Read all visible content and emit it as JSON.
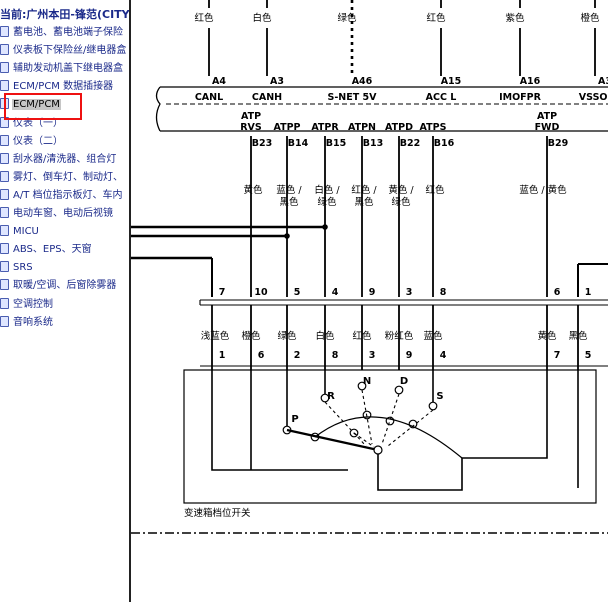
{
  "sidebar": {
    "breadcrumb": "当前:广州本田-锋范(CITY)",
    "selected_index": 4,
    "items": [
      {
        "label": "蓄电池、蓄电池端子保险"
      },
      {
        "label": "仪表板下保险丝/继电器盒"
      },
      {
        "label": "辅助发动机盖下继电器盒"
      },
      {
        "label": "ECM/PCM 数据插接器"
      },
      {
        "label": "ECM/PCM"
      },
      {
        "label": "仪表（一）"
      },
      {
        "label": "仪表（二）"
      },
      {
        "label": "刮水器/清洗器、组合灯"
      },
      {
        "label": "雾灯、倒车灯、制动灯、"
      },
      {
        "label": "A/T 档位指示板灯、车内"
      },
      {
        "label": "电动车窗、电动后视镜"
      },
      {
        "label": "MICU"
      },
      {
        "label": "ABS、EPS、天窗"
      },
      {
        "label": "SRS"
      },
      {
        "label": "取暖/空调、后窗除雾器"
      },
      {
        "label": "空调控制"
      },
      {
        "label": "音响系统"
      }
    ]
  },
  "diagram": {
    "top_wires": [
      {
        "color": "红色",
        "pin": "A4",
        "signal": "CANL"
      },
      {
        "color": "白色",
        "pin": "A3",
        "signal": "CANH"
      },
      {
        "color": "绿色",
        "pin": "A46",
        "signal": "S-NET 5V"
      },
      {
        "color": "红色",
        "pin": "A15",
        "signal": "ACC L"
      },
      {
        "color": "紫色",
        "pin": "A16",
        "signal": "IMOFPR"
      },
      {
        "color": "橙色",
        "pin": "A3",
        "signal": "VSSOU"
      }
    ],
    "ecm_pins": [
      {
        "label": "ATP\nRVS",
        "pin": "B23",
        "wire": "黄色"
      },
      {
        "label": "ATPP",
        "pin": "B14",
        "wire": "蓝色 /\n黑色"
      },
      {
        "label": "ATPR",
        "pin": "B15",
        "wire": "白色 /\n绿色"
      },
      {
        "label": "ATPN",
        "pin": "B13",
        "wire": "红色 /\n黑色"
      },
      {
        "label": "ATPD",
        "pin": "B22",
        "wire": "黄色 /\n绿色"
      },
      {
        "label": "ATPS",
        "pin": "B16",
        "wire": "红色"
      },
      {
        "label": "ATP\nFWD",
        "pin": "B29",
        "wire": "蓝色 / 黄色"
      }
    ],
    "connector_pins": [
      "7",
      "10",
      "5",
      "4",
      "9",
      "3",
      "8",
      "6",
      "1"
    ],
    "switch_wires": [
      {
        "color": "浅蓝色",
        "pin": "1"
      },
      {
        "color": "橙色",
        "pin": "6"
      },
      {
        "color": "绿色",
        "pin": "2"
      },
      {
        "color": "白色",
        "pin": "8"
      },
      {
        "color": "红色",
        "pin": "3"
      },
      {
        "color": "粉红色",
        "pin": "9"
      },
      {
        "color": "蓝色",
        "pin": "4"
      },
      {
        "color": "黄色",
        "pin": "7"
      },
      {
        "color": "黑色",
        "pin": "5"
      }
    ],
    "positions": [
      "P",
      "R",
      "N",
      "D",
      "S"
    ],
    "switch_name": "变速箱档位开关"
  }
}
